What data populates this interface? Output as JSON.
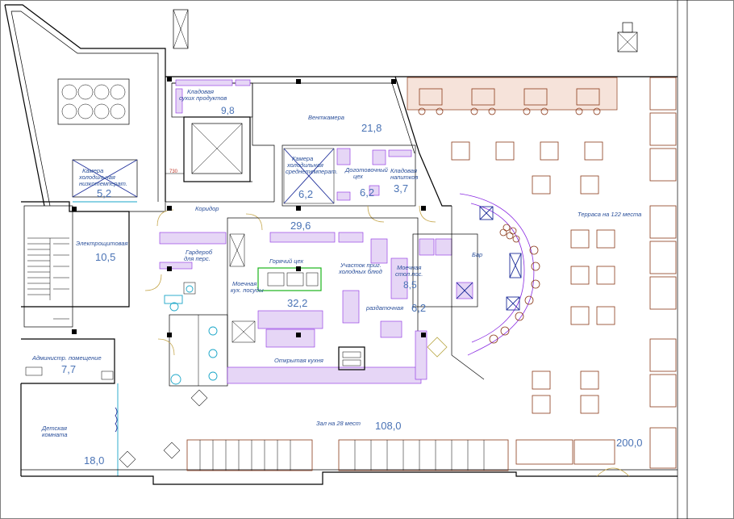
{
  "rooms": [
    {
      "id": "dry-storage",
      "label": "Кладовая\nсухих продуктов",
      "area": "9,8"
    },
    {
      "id": "ventilation",
      "label": "Венткамера",
      "area": "21,8"
    },
    {
      "id": "cold-chamber-low",
      "label": "Камера\nхолодильная\nнизкотемперат.",
      "area": "5,2"
    },
    {
      "id": "cold-chamber-mid",
      "label": "Камера\nхолодильная\nсреднетемперат.",
      "area": "6,2"
    },
    {
      "id": "prep-shop",
      "label": "Доготовочный\nцех",
      "area": "6,2"
    },
    {
      "id": "drinks-storage",
      "label": "Кладовая\nнапитков",
      "area": "3,7"
    },
    {
      "id": "corridor",
      "label": "Коридор",
      "area": "29,6"
    },
    {
      "id": "electrical",
      "label": "Электрощитовая",
      "area": "10,5"
    },
    {
      "id": "staff-wardrobe",
      "label": "Гардероб\nдля перс.",
      "area": ""
    },
    {
      "id": "hot-shop",
      "label": "Горячий цех",
      "area": "32,2"
    },
    {
      "id": "cold-snacks",
      "label": "Участок приг.\nхолодных блюд",
      "area": ""
    },
    {
      "id": "washing-kitchen",
      "label": "Моечная\nкух. посуды",
      "area": ""
    },
    {
      "id": "washing-tableware",
      "label": "Моечная\nстол.пос.",
      "area": "8,5"
    },
    {
      "id": "bar",
      "label": "Бар",
      "area": ""
    },
    {
      "id": "distribution",
      "label": "раздаточная",
      "area": "6,2"
    },
    {
      "id": "admin",
      "label": "Администр. помещение",
      "area": "7,7"
    },
    {
      "id": "open-kitchen",
      "label": "Открытая кухня",
      "area": ""
    },
    {
      "id": "kids-room",
      "label": "Детская\nкомната",
      "area": "18,0"
    },
    {
      "id": "hall",
      "label": "Зал на 28 мест",
      "area": "108,0"
    },
    {
      "id": "terrace",
      "label": "Терраса на 122 места",
      "area": "200,0"
    }
  ],
  "dimension_mark": "730"
}
